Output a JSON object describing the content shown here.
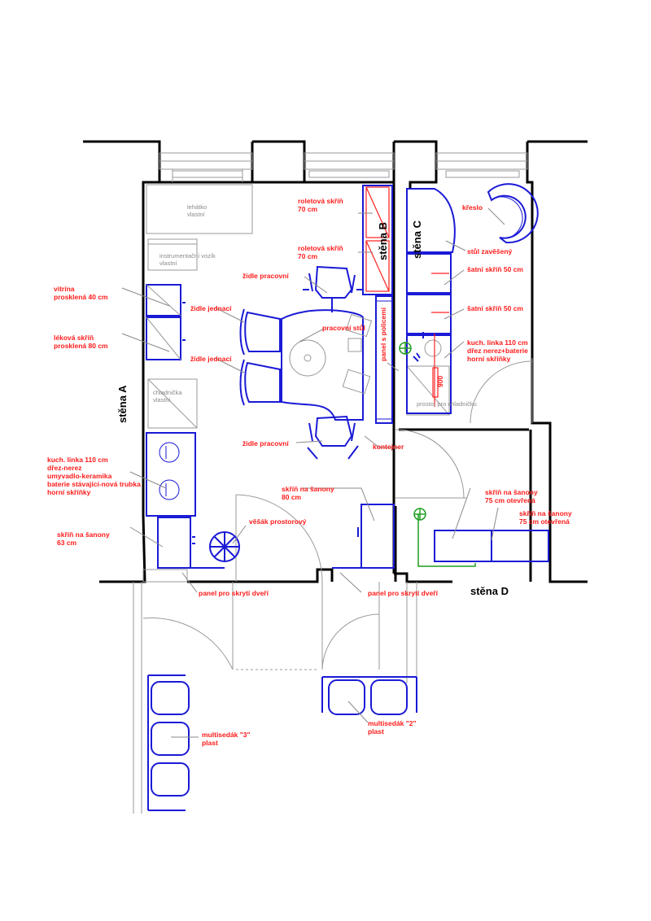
{
  "walls": {
    "a": "stěna A",
    "b": "stěna B",
    "c": "stěna C",
    "d": "stěna D"
  },
  "labels": {
    "roletova_1": "roletová skříň\n70 cm",
    "roletova_2": "roletová skříň\n70 cm",
    "kreslo": "křeslo",
    "stul_zaveseny": "stůl zavěšený",
    "satni_1": "šatní skříň 50 cm",
    "satni_2": "šatní skříň 50 cm",
    "kuch_linka_c": "kuch. linka 110 cm\ndřez nerez+baterie\nhorní skříňky",
    "zidle_pracovni_1": "židle pracovní",
    "zidle_jednaci_1": "židle jednací",
    "zidle_jednaci_2": "židle jednací",
    "pracovni_stul": "pracovní stůl",
    "panel_s_policemi": "panel s policemi",
    "vitrina": "vitrína\nprosklená 40 cm",
    "lekova_skrin": "léková skříň\nprosklená 80 cm",
    "zidle_pracovni_2": "židle pracovní",
    "kontejner": "kontejner",
    "kuch_linka_a": "kuch. linka 110 cm\ndřez-nerez\numyvadlo-keramika\nbaterie stávající-nová trubka\nhorní skříňky",
    "skrin_sanony_80": "skříň na šanony\n80 cm",
    "vesak": "věšák prostorový",
    "skrin_sanony_63": "skříň na šanony\n63 cm",
    "skrin_sanony_75_1": "skříň na šanony\n75 cm otevřená",
    "skrin_sanony_75_2": "skříň na šanony\n75 cm otevřená",
    "panel_dveri_1": "panel pro skrytí dveří",
    "panel_dveri_2": "panel pro skrytí dveří",
    "multisedak_3": "multisedák \"3\"\nplast",
    "multisedak_2": "multisedák \"2\"\nplast",
    "rozmer_900": "900"
  },
  "notes": {
    "lehatko": "lehátko\nvlastní",
    "vozik": "instrumentační vozík\nvlastní",
    "chladnicka": "chladnička\nvlastní",
    "prostor_chladnicka": "prostor pro chladničku"
  },
  "colors": {
    "wall": "#000000",
    "furniture": "#1a1ad6",
    "label": "#ff1a1a",
    "leader": "#8a8a8a",
    "fixture": "#1f9d1f"
  }
}
